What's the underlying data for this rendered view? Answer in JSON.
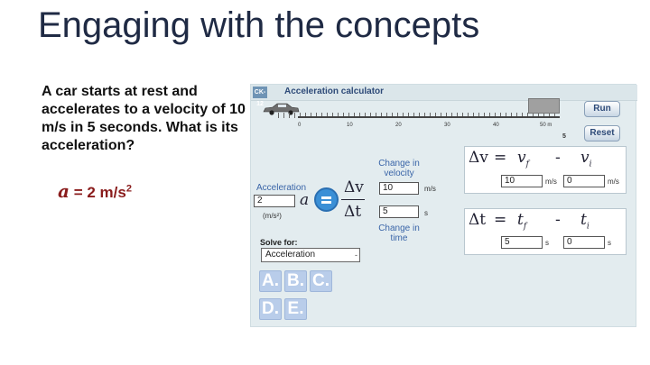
{
  "slide": {
    "title": "Engaging with the concepts",
    "question": "A car starts at rest and accelerates to a velocity of 10 m/s in 5 seconds. What is its acceleration?",
    "answer_symbol": "a",
    "answer_text": " = 2 m/s",
    "answer_exp": "2"
  },
  "applet": {
    "logo": "CK-12",
    "title": "Acceleration calculator",
    "track_ticks": [
      "0",
      "10",
      "20",
      "30",
      "40",
      "50 m"
    ],
    "track_extra_label": "5",
    "buttons": {
      "run": "Run",
      "reset": "Reset"
    },
    "velocity_panel": {
      "delta": "Δv",
      "equals": "=",
      "vf": "v",
      "vf_sub": "f",
      "minus": "-",
      "vi": "v",
      "vi_sub": "i",
      "vf_value": "10",
      "vf_unit": "m/s",
      "vi_value": "0",
      "vi_unit": "m/s"
    },
    "time_panel": {
      "delta": "Δt",
      "equals": "=",
      "tf": "t",
      "tf_sub": "f",
      "minus": "-",
      "ti": "t",
      "ti_sub": "i",
      "tf_value": "5",
      "tf_unit": "s",
      "ti_value": "0",
      "ti_unit": "s"
    },
    "formula": {
      "acceleration_label": "Acceleration",
      "acceleration_value": "2",
      "acceleration_unit": "(m/s²)",
      "a_symbol": "a",
      "numerator_symbol": "Δv",
      "denominator_symbol": "Δt",
      "change_velocity_label": "Change in velocity",
      "change_time_label": "Change in time",
      "dv_value": "10",
      "dv_unit": "m/s",
      "dt_value": "5",
      "dt_unit": "s"
    },
    "solve_for": {
      "label": "Solve for:",
      "selected": "Acceleration",
      "arrow": "-"
    },
    "choices": [
      "A.",
      "B.",
      "C.",
      "D.",
      "E."
    ]
  }
}
